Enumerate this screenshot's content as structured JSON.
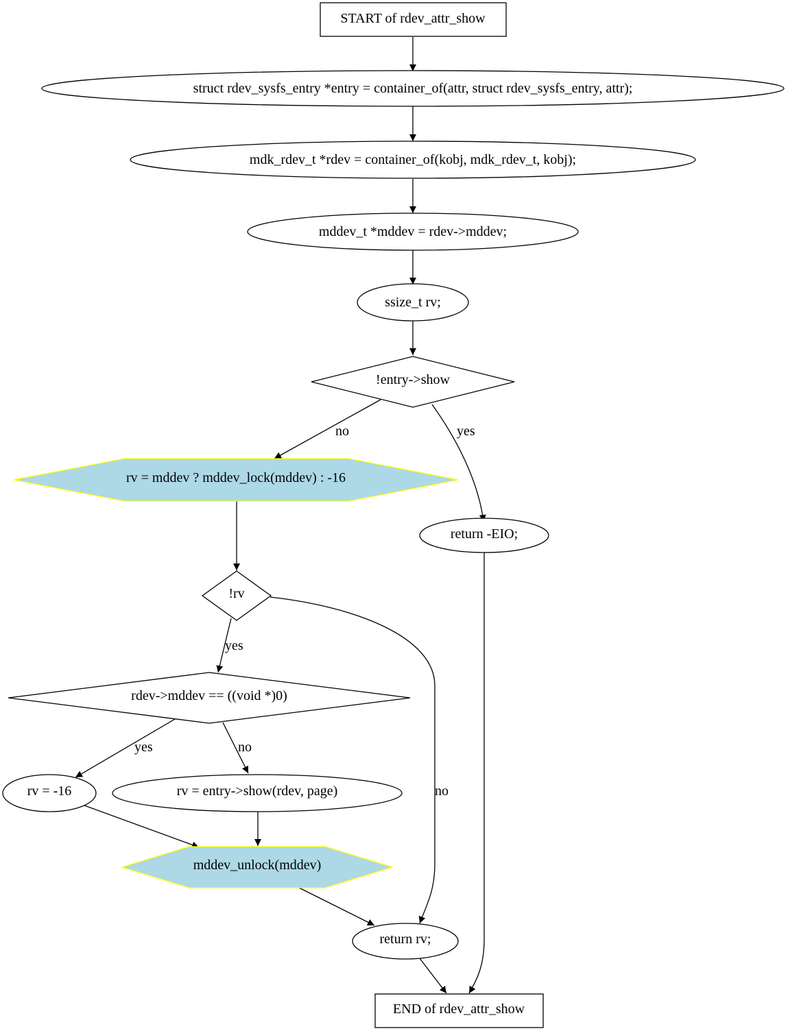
{
  "nodes": {
    "start": "START of rdev_attr_show",
    "entry_decl": "struct rdev_sysfs_entry *entry = container_of(attr, struct rdev_sysfs_entry, attr);",
    "rdev_decl": "mdk_rdev_t *rdev = container_of(kobj, mdk_rdev_t, kobj);",
    "mddev_decl": "mddev_t *mddev = rdev->mddev;",
    "rv_decl": "ssize_t rv;",
    "cond_show": "!entry->show",
    "lock": "rv = mddev ? mddev_lock(mddev) : -16",
    "return_eio": "return -EIO;",
    "cond_rv": "!rv",
    "cond_mddev_null": "rdev->mddev == ((void *)0)",
    "rv_neg16": "rv = -16",
    "rv_show": "rv = entry->show(rdev, page)",
    "unlock": "mddev_unlock(mddev)",
    "return_rv": "return rv;",
    "end": "END of rdev_attr_show"
  },
  "edge_labels": {
    "show_no": "no",
    "show_yes": "yes",
    "rv_yes": "yes",
    "rv_no": "no",
    "null_yes": "yes",
    "null_no": "no"
  },
  "colors": {
    "highlight_fill": "#add8e6",
    "highlight_stroke": "#ffff00",
    "line": "#000000"
  }
}
